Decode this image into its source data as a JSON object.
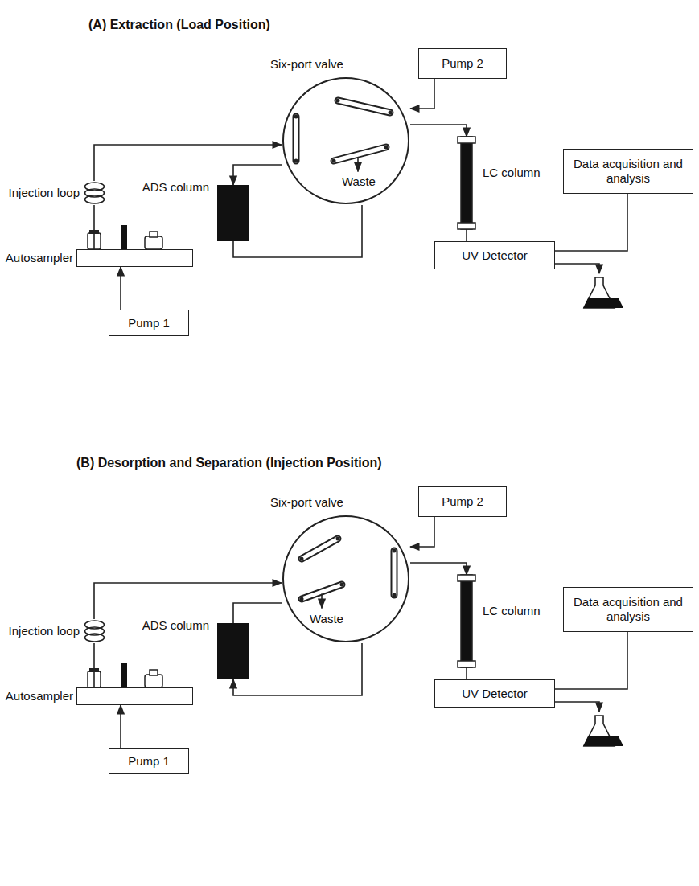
{
  "diagram": {
    "nodes": [
      {
        "text": [
          "Pump 2"
        ]
      },
      {
        "text": [
          "Six-port valve"
        ]
      },
      {
        "text": [
          "LC column"
        ]
      },
      {
        "text": [
          "Data acquisition and analysis"
        ]
      },
      {
        "text": [
          "ADS column"
        ]
      },
      {
        "text": [
          "Injection loop"
        ]
      },
      {
        "text": [
          "UV Detector"
        ]
      },
      {
        "text": [
          "Autosampler"
        ]
      },
      {
        "text": [
          "Pump 1"
        ]
      },
      {
        "text": [
          "Pump 2"
        ]
      },
      {
        "text": [
          "Six-port valve"
        ]
      },
      {
        "text": [
          "LC column"
        ]
      },
      {
        "text": [
          "Data acquisition and analysis"
        ]
      },
      {
        "text": [
          "ADS column"
        ]
      },
      {
        "text": [
          "Injection loop"
        ]
      },
      {
        "text": [
          "UV Detector"
        ]
      },
      {
        "text": [
          "Autosampler"
        ]
      },
      {
        "text": [
          "Pump 1"
        ]
      }
    ],
    "edges": [
      {
        "from": 8,
        "to": 7,
        "arrow": "to"
      },
      {
        "from": 7,
        "to": 5,
        "arrow": "none"
      },
      {
        "from": 5,
        "to": 1,
        "arrow": "to"
      },
      {
        "from": 1,
        "to": 4,
        "arrow": "to"
      },
      {
        "from": 4,
        "to": 1,
        "arrow": "none"
      },
      {
        "from": 0,
        "to": 1,
        "arrow": "to"
      },
      {
        "from": 1,
        "to": 2,
        "arrow": "to"
      },
      {
        "from": 2,
        "to": 6,
        "arrow": "none"
      },
      {
        "from": 6,
        "to": 3,
        "arrow": "none"
      },
      {
        "from": 17,
        "to": 16,
        "arrow": "to"
      },
      {
        "from": 16,
        "to": 14,
        "arrow": "none"
      },
      {
        "from": 14,
        "to": 10,
        "arrow": "to"
      },
      {
        "from": 10,
        "to": 13,
        "arrow": "to"
      },
      {
        "from": 13,
        "to": 10,
        "arrow": "none"
      },
      {
        "from": 9,
        "to": 10,
        "arrow": "to"
      },
      {
        "from": 10,
        "to": 11,
        "arrow": "to"
      },
      {
        "from": 11,
        "to": 15,
        "arrow": "none"
      },
      {
        "from": 15,
        "to": 12,
        "arrow": "none"
      }
    ],
    "labels": [
      "(A) Extraction (Load Position)",
      "Waste",
      "(B) Desorption and Separation (Injection Position)",
      "Waste"
    ]
  }
}
